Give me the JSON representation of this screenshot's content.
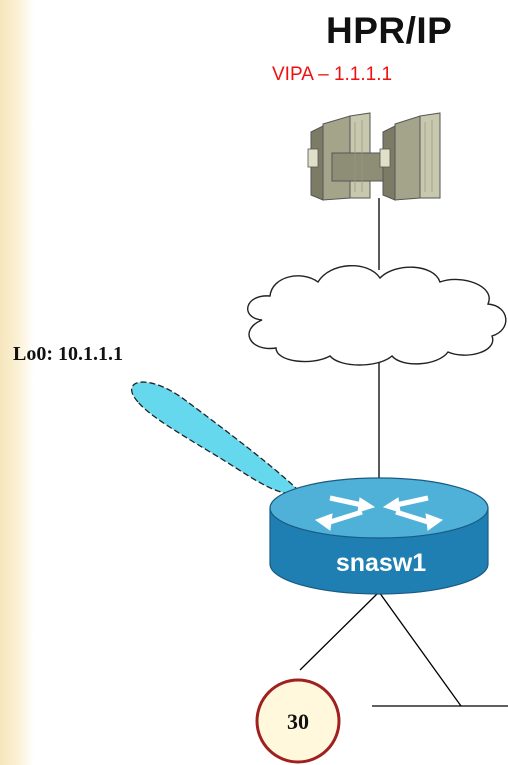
{
  "title": "HPR/IP",
  "host": {
    "vipa_label": "VIPA – 1.1.1.1"
  },
  "loopback": {
    "label": "Lo0: 10.1.1.1"
  },
  "router": {
    "label": "snasw1"
  },
  "node": {
    "label": "30"
  },
  "colors": {
    "vipa_text": "#ee1111",
    "router_body": "#1f7fb3",
    "router_top": "#4fb0d8",
    "tunnel_fill": "#66d8ee",
    "node_border": "#a02020",
    "node_fill": "#fff8dc",
    "side_bg": "#f6e6bd"
  }
}
